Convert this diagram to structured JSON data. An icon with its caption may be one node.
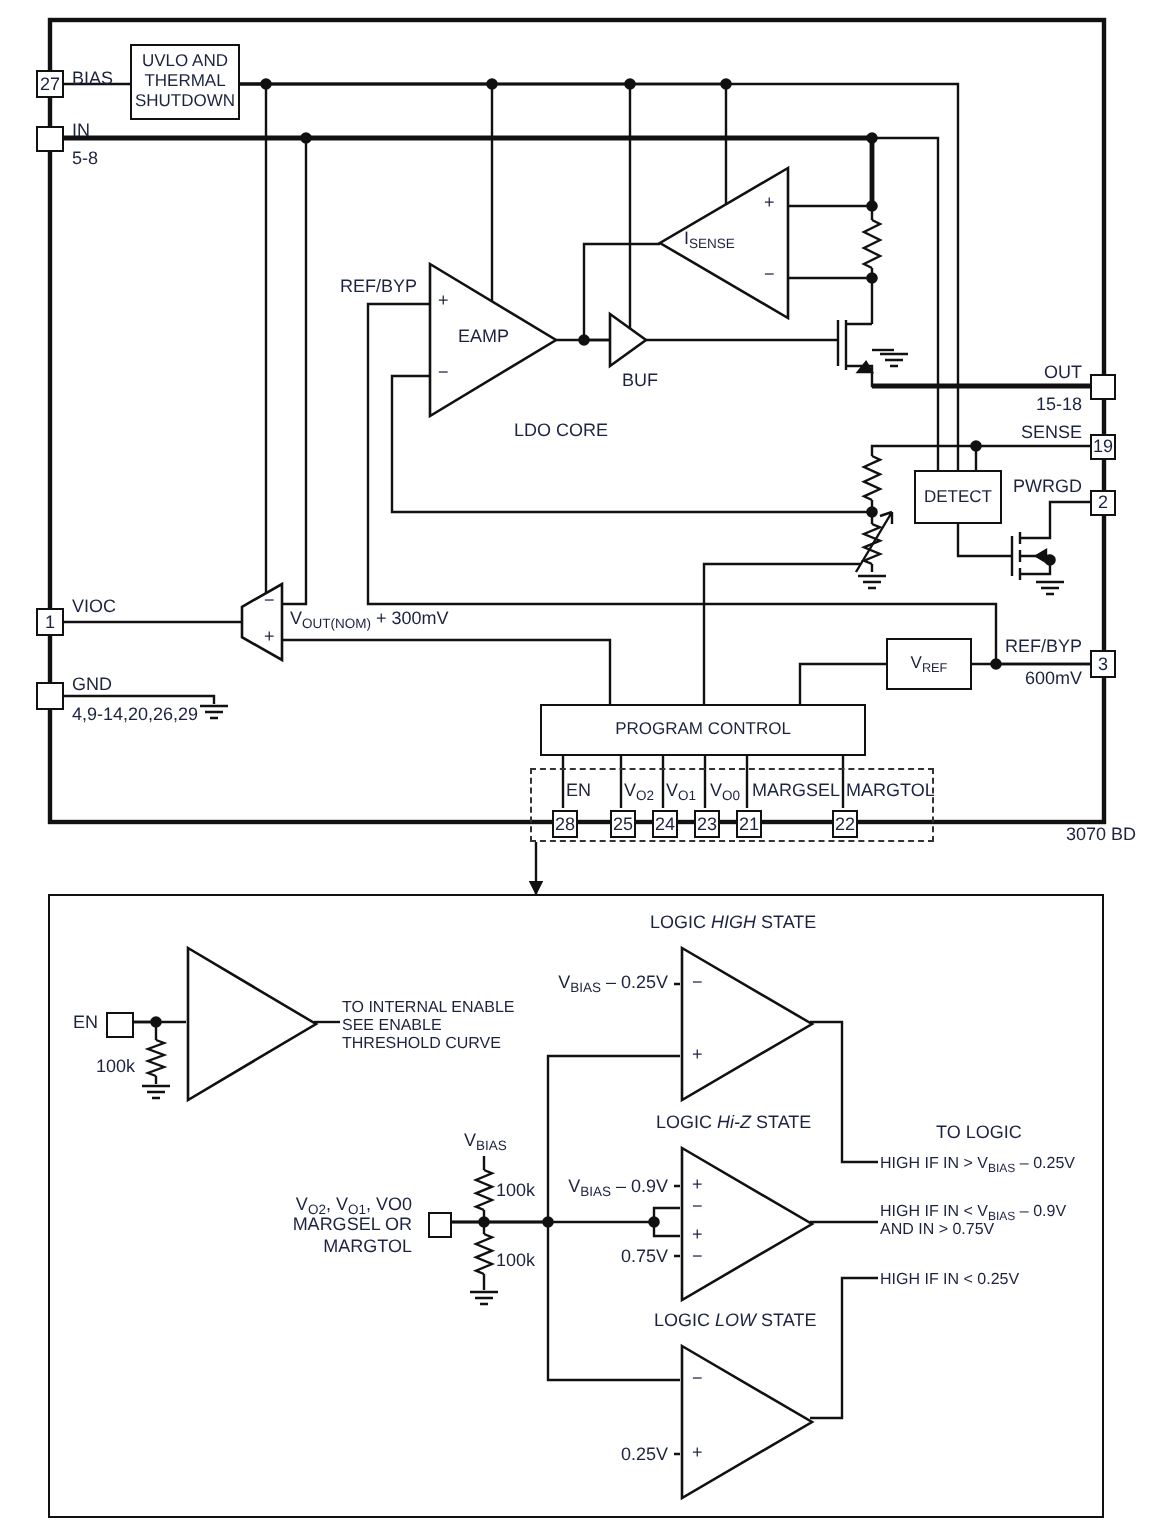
{
  "diagram": {
    "nodes": [
      {
        "text": [
          "UVLO AND THERMAL SHUTDOWN"
        ]
      },
      {
        "text": [
          "27"
        ],
        "beside": [
          "BIAS"
        ]
      },
      {
        "text": [],
        "shape": "box",
        "beside": [
          "IN",
          "5-8"
        ]
      },
      {
        "text": [
          "+",
          "EAMP",
          "−"
        ]
      },
      {
        "text": [],
        "shape": "triangle",
        "beside": [
          "BUF"
        ]
      },
      {
        "text": [
          "+",
          "I$_{SENSE}$",
          "−"
        ]
      },
      {
        "text": [
          "−",
          "+"
        ],
        "beside": [
          "V$_{OUT(NOM)}$ + 300mV"
        ]
      },
      {
        "text": [
          "1"
        ],
        "beside": [
          "VIOC"
        ]
      },
      {
        "text": [],
        "shape": "box",
        "beside": [
          "GND",
          "4,9-14,20,26,29"
        ]
      },
      {
        "text": [],
        "shape": "box",
        "beside": [
          "OUT",
          "15-18"
        ]
      },
      {
        "text": [
          "19"
        ],
        "beside": [
          "SENSE"
        ]
      },
      {
        "text": [
          "DETECT"
        ]
      },
      {
        "text": [
          "2"
        ],
        "beside": [
          "PWRGD"
        ]
      },
      {
        "text": [
          "V$_{REF}$"
        ]
      },
      {
        "text": [
          "3"
        ],
        "beside": [
          "REF/BYP",
          "600mV"
        ]
      },
      {
        "text": [
          "PROGRAM CONTROL"
        ]
      },
      {
        "text": [],
        "shape": "box"
      },
      {
        "text": [
          "28"
        ],
        "beside": [
          "EN"
        ],
        "in": 16
      },
      {
        "text": [
          "25"
        ],
        "beside": [
          "V$_{O2}$"
        ],
        "in": 16
      },
      {
        "text": [
          "24"
        ],
        "beside": [
          "V$_{O1}$"
        ],
        "in": 16
      },
      {
        "text": [
          "23"
        ],
        "beside": [
          "V$_{O0}$"
        ],
        "in": 16
      },
      {
        "text": [
          "21"
        ],
        "beside": [
          "MARGSEL"
        ],
        "in": 16
      },
      {
        "text": [
          "22"
        ],
        "beside": [
          "MARGTOL"
        ],
        "in": 16
      },
      {
        "text": [],
        "shape": "box"
      },
      {
        "text": [],
        "shape": "box",
        "beside": [
          "EN"
        ],
        "in": 23
      },
      {
        "text": [],
        "shape": "triangle",
        "in": 23
      },
      {
        "text": [],
        "shape": "box",
        "beside": [
          "V$_{O2}$, V$_{O1}$, VO0 MARGSEL OR MARGTOL"
        ],
        "in": 23
      },
      {
        "text": [
          "−",
          "+"
        ],
        "beside": [
          "LOGIC *HIGH* STATE",
          "V$_{BIAS}$ – 0.25V"
        ],
        "in": 23
      },
      {
        "text": [
          "+",
          "−",
          "+",
          "−"
        ],
        "beside": [
          "LOGIC *Hi-Z* STATE",
          "V$_{BIAS}$ – 0.9V",
          "0.75V"
        ],
        "in": 23
      },
      {
        "text": [
          "−",
          "+"
        ],
        "beside": [
          "LOGIC *LOW* STATE",
          "0.25V"
        ],
        "in": 23
      },
      {
        "text": [
          "TO INTERNAL ENABLE SEE ENABLE THRESHOLD CURVE"
        ],
        "in": 23
      },
      {
        "text": [
          "HIGH IF IN > V$_{BIAS}$ – 0.25V"
        ],
        "in": 23
      },
      {
        "text": [
          "HIGH IF IN < V$_{BIAS}$ – 0.9V AND IN > 0.75V"
        ],
        "in": 23
      },
      {
        "text": [
          "HIGH IF IN < 0.25V"
        ],
        "in": 23
      }
    ],
    "edges": [
      {
        "from": 1,
        "to": 0,
        "arrow": "none"
      },
      {
        "from": 0,
        "to": 6,
        "arrow": "none"
      },
      {
        "from": 0,
        "to": 3,
        "arrow": "none"
      },
      {
        "from": 0,
        "to": 4,
        "arrow": "none"
      },
      {
        "from": 0,
        "to": 5,
        "arrow": "none"
      },
      {
        "from": 0,
        "to": 11,
        "arrow": "none"
      },
      {
        "from": 2,
        "to": 6,
        "arrow": "none"
      },
      {
        "from": 2,
        "to": 11,
        "arrow": "none"
      },
      {
        "from": 3,
        "to": 4,
        "arrow": "none"
      },
      {
        "from": 5,
        "to": 4,
        "arrow": "none"
      },
      {
        "from": 10,
        "to": 11,
        "arrow": "none"
      },
      {
        "from": 13,
        "to": 14,
        "arrow": "none"
      },
      {
        "from": 14,
        "to": 3,
        "arrow": "none"
      },
      {
        "from": 13,
        "to": 15,
        "arrow": "none"
      },
      {
        "from": 15,
        "to": 6,
        "arrow": "none"
      },
      {
        "from": 15,
        "to": 17,
        "arrow": "none"
      },
      {
        "from": 15,
        "to": 18,
        "arrow": "none"
      },
      {
        "from": 15,
        "to": 19,
        "arrow": "none"
      },
      {
        "from": 15,
        "to": 20,
        "arrow": "none"
      },
      {
        "from": 15,
        "to": 21,
        "arrow": "none"
      },
      {
        "from": 15,
        "to": 22,
        "arrow": "none"
      },
      {
        "from": 16,
        "to": 23,
        "arrow": "to"
      },
      {
        "from": 24,
        "to": 25,
        "arrow": "none"
      },
      {
        "from": 25,
        "to": 30,
        "arrow": "none"
      },
      {
        "from": 26,
        "to": 27,
        "arrow": "none"
      },
      {
        "from": 26,
        "to": 28,
        "arrow": "none"
      },
      {
        "from": 26,
        "to": 29,
        "arrow": "none"
      },
      {
        "from": 27,
        "to": 31,
        "arrow": "none"
      },
      {
        "from": 28,
        "to": 32,
        "arrow": "none"
      },
      {
        "from": 29,
        "to": 33,
        "arrow": "none"
      },
      {
        "from": 6,
        "to": 7,
        "arrow": "none"
      }
    ],
    "labels": [
      "REF/BYP",
      "LDO CORE",
      "3070 BD",
      "100k",
      "V$_{BIAS}$",
      "100k",
      "100k",
      "TO LOGIC"
    ]
  }
}
